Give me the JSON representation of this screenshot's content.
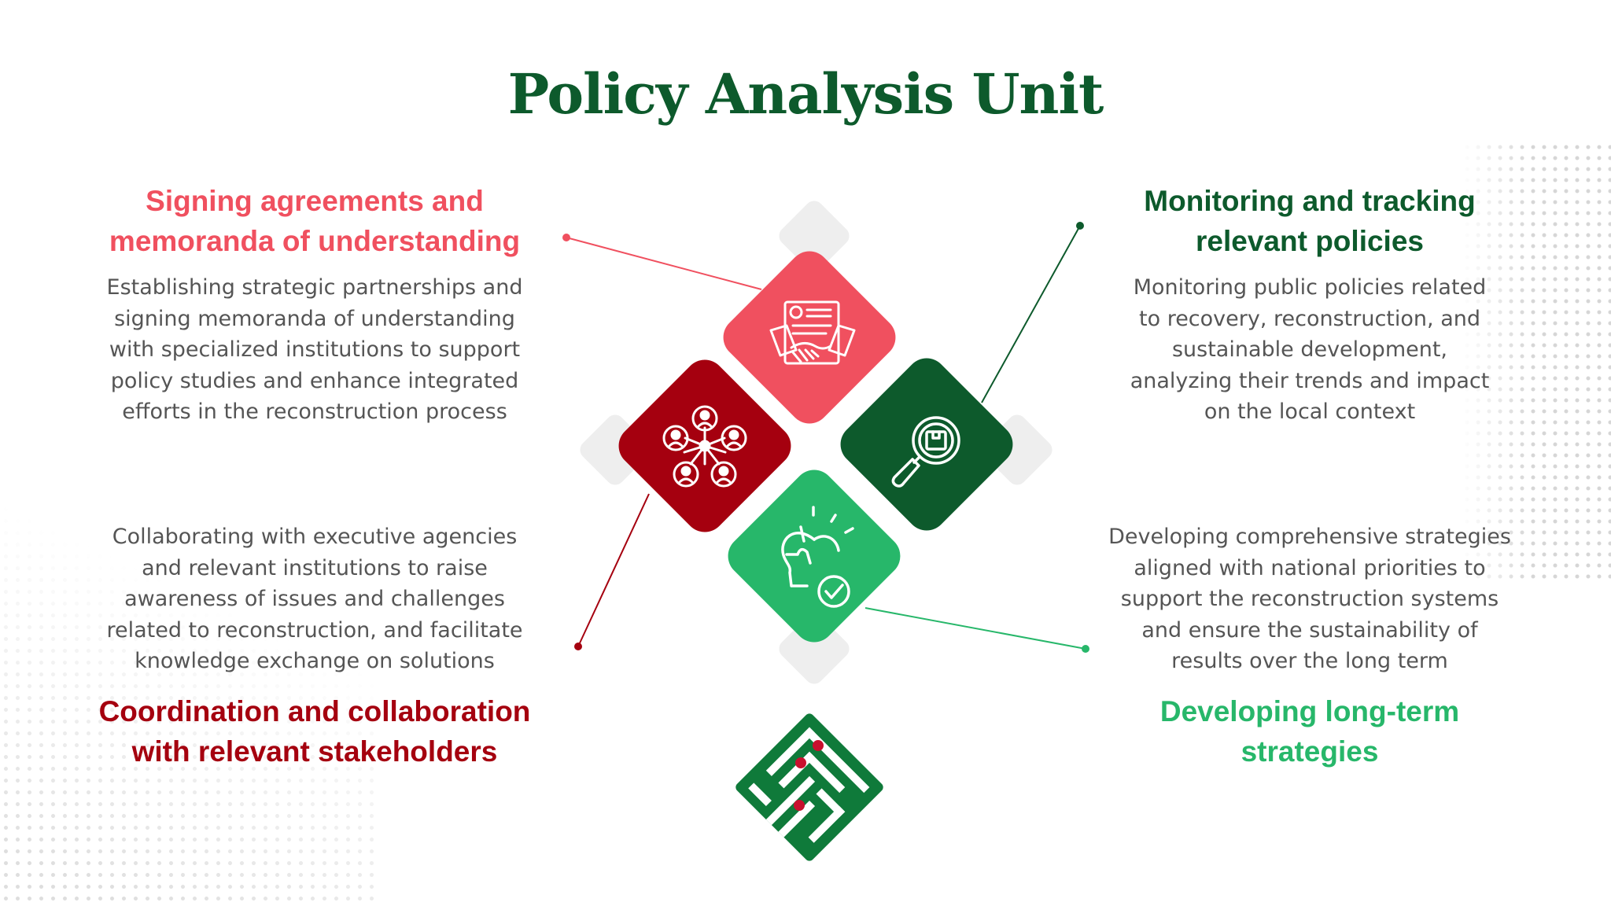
{
  "title": "Policy Analysis Unit",
  "colors": {
    "title": "#0d5a2c",
    "coral": "#f0505f",
    "dark_red": "#a5000f",
    "dark_green": "#0d5a2c",
    "light_green": "#27b76a",
    "text_gray": "#555555",
    "placeholder_gray": "#eeeeee"
  },
  "items": [
    {
      "position": "top-left",
      "heading": "Signing agreements and\nmemoranda of understanding",
      "description": "Establishing strategic partnerships and\nsigning memoranda of understanding\nwith specialized institutions to support\npolicy studies and enhance integrated\nefforts in the reconstruction process",
      "icon": "handshake-document-icon",
      "color": "#f0505f"
    },
    {
      "position": "top-right",
      "heading": "Monitoring and tracking\nrelevant policies",
      "description": "Monitoring public policies related\nto recovery, reconstruction, and\nsustainable development,\nanalyzing their trends and impact\non the local context",
      "icon": "magnifier-box-icon",
      "color": "#0d5a2c"
    },
    {
      "position": "bottom-left",
      "heading": "Coordination and collaboration\nwith relevant stakeholders",
      "description": "Collaborating with executive agencies\nand relevant institutions to raise\nawareness of issues and challenges\nrelated to reconstruction, and facilitate\nknowledge exchange on solutions",
      "icon": "people-network-icon",
      "color": "#a5000f"
    },
    {
      "position": "bottom-right",
      "heading": "Developing long-term\nstrategies",
      "description": "Developing comprehensive strategies\naligned with national priorities to\nsupport the reconstruction systems\nand ensure the sustainability of\nresults over the long term",
      "icon": "puzzle-head-check-icon",
      "color": "#27b76a"
    }
  ],
  "logo": "kufic-square-logo-icon"
}
